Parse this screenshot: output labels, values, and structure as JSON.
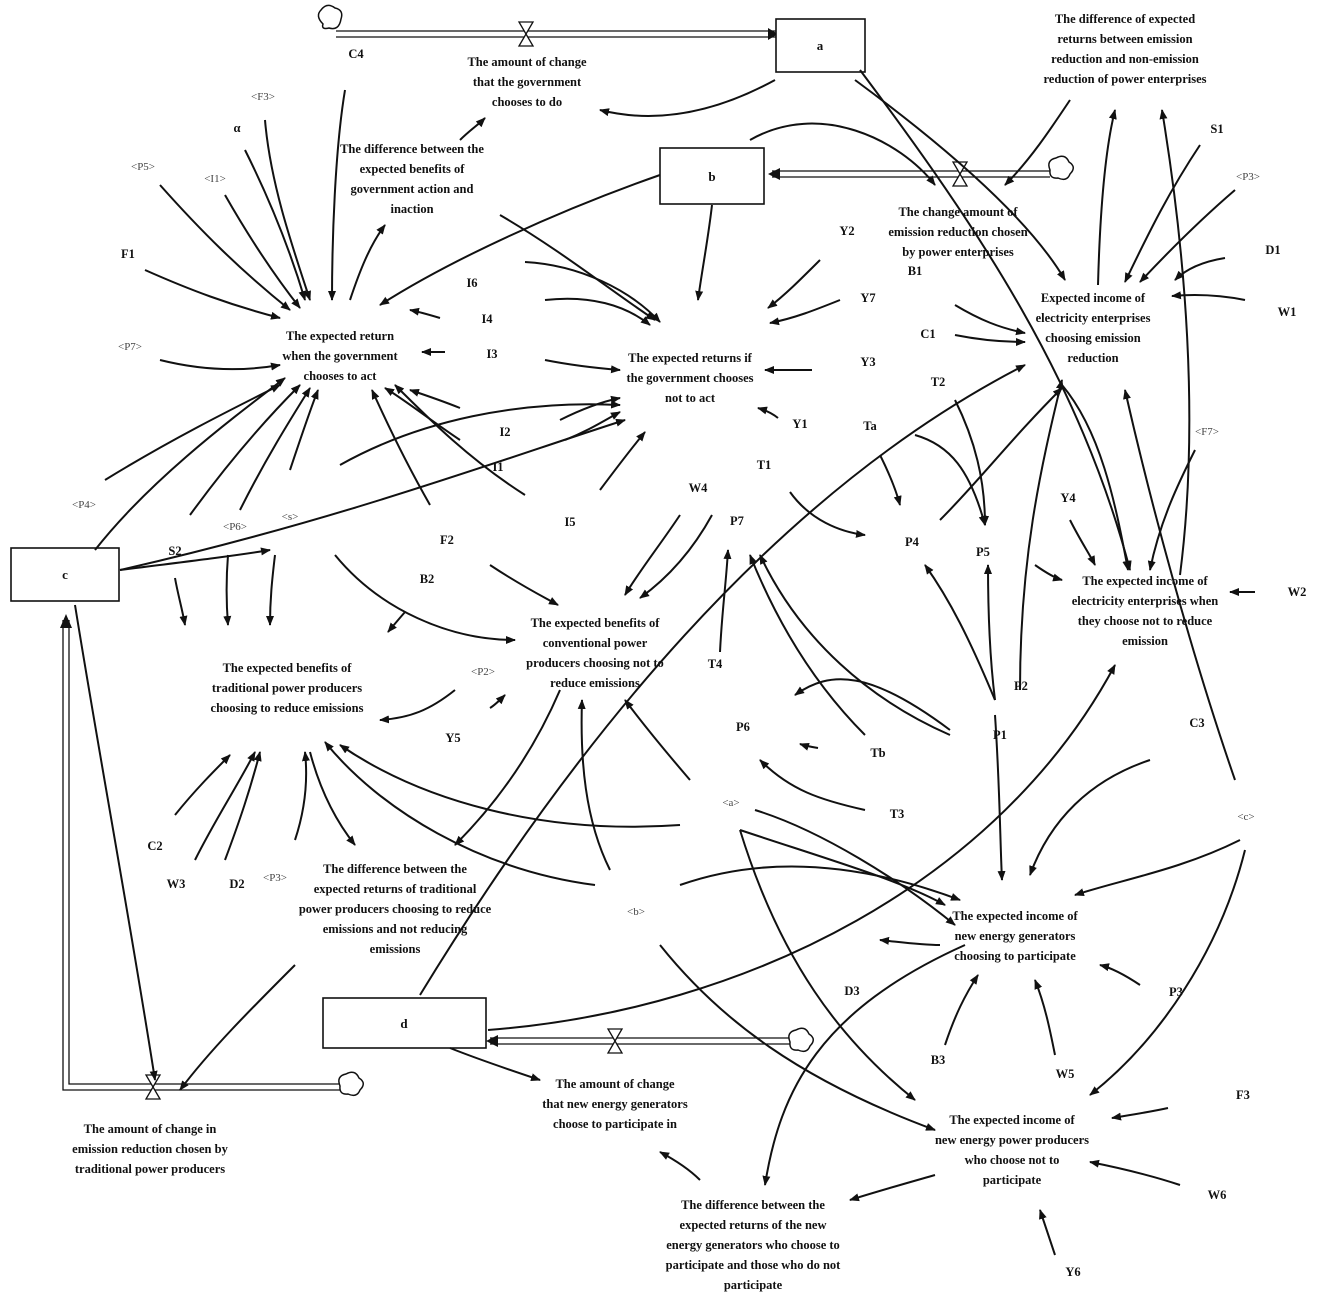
{
  "stocks": [
    {
      "id": "a",
      "label": "a"
    },
    {
      "id": "b",
      "label": "b"
    },
    {
      "id": "c",
      "label": "c"
    },
    {
      "id": "d",
      "label": "d"
    }
  ],
  "rates": {
    "gov_change": [
      "The amount of change",
      "that the government",
      "chooses to do"
    ],
    "power_change": [
      "The change amount of",
      "emission reduction chosen",
      "by power enterprises"
    ],
    "trad_change": [
      "The amount of change in",
      "emission reduction chosen by",
      "traditional power producers"
    ],
    "newe_change": [
      "The amount of change",
      "that new energy generators",
      "choose to participate in"
    ]
  },
  "aux": {
    "gov_diff": [
      "The difference between the",
      "expected benefits of",
      "government action and",
      "inaction"
    ],
    "gov_act": [
      "The expected return",
      "when the government",
      "chooses to act"
    ],
    "gov_not": [
      "The expected returns if",
      "the government chooses",
      "not to act"
    ],
    "elec_diff": [
      "The difference of expected",
      "returns between emission",
      "reduction and non-emission",
      "reduction of power enterprises"
    ],
    "elec_reduce": [
      "Expected income of",
      "electricity enterprises",
      "choosing emission",
      "reduction"
    ],
    "elec_not": [
      "The expected income of",
      "electricity enterprises when",
      "they choose not to reduce",
      "emission"
    ],
    "trad_reduce": [
      "The expected benefits of",
      "traditional power producers",
      "choosing to reduce emissions"
    ],
    "conv_not": [
      "The expected benefits of",
      "conventional power",
      "producers choosing not to",
      "reduce emissions"
    ],
    "trad_diff": [
      "The difference between the",
      "expected returns of traditional",
      "power producers choosing to reduce",
      "emissions and not reducing",
      "emissions"
    ],
    "newe_part": [
      "The expected income of",
      "new energy generators",
      "choosing to participate"
    ],
    "newe_not": [
      "The expected income of",
      "new energy power producers",
      "who choose not to",
      "participate"
    ],
    "newe_diff": [
      "The difference between the",
      "expected returns of the new",
      "energy generators who choose to",
      "participate and those who do not",
      "participate"
    ]
  },
  "vars": {
    "C4": "C4",
    "F3_sh": "<F3>",
    "alpha": "α",
    "P5_sh": "<P5>",
    "I1_sh": "<I1>",
    "F1": "F1",
    "P7_sh": "<P7>",
    "I6": "I6",
    "I4": "I4",
    "I3": "I3",
    "I2": "I2",
    "I1": "I1",
    "I5": "I5",
    "Y2": "Y2",
    "Y7": "Y7",
    "Y3": "Y3",
    "Y1": "Y1",
    "T1": "T1",
    "S1": "S1",
    "P3_sh_top": "<P3>",
    "D1": "D1",
    "W1": "W1",
    "B1": "B1",
    "C1": "C1",
    "T2": "T2",
    "Ta": "Ta",
    "F7_sh": "<F7>",
    "Y4": "Y4",
    "W2": "W2",
    "P4_sh": "<P4>",
    "P6_sh": "<P6>",
    "s_sh": "<s>",
    "S2": "S2",
    "F2": "F2",
    "B2": "B2",
    "W4": "W4",
    "P7": "P7",
    "P4": "P4",
    "P5": "P5",
    "P2_sh": "<P2>",
    "Y5": "Y5",
    "T4": "T4",
    "P6": "P6",
    "Tb": "Tb",
    "P1": "P1",
    "P2": "P2",
    "C3": "C3",
    "c_sh": "<c>",
    "a_sh": "<a>",
    "T3": "T3",
    "C2": "C2",
    "W3": "W3",
    "D2": "D2",
    "P3_sh": "<P3>",
    "b_sh": "<b>",
    "D3": "D3",
    "P3": "P3",
    "B3": "B3",
    "W5": "W5",
    "F3": "F3",
    "W6": "W6",
    "Y6": "Y6"
  }
}
